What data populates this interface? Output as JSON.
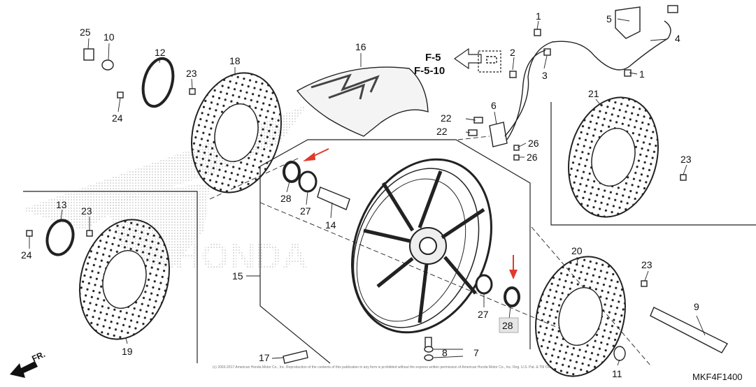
{
  "diagram": {
    "code": "MKF4F1400",
    "watermark_text": "HONDA",
    "reference": {
      "line1": "F-5",
      "line2": "F-5-10"
    },
    "front_label": "FR.",
    "copyright": "(c) 2003-2017 American Honda Motor Co., Inc. Reproduction of the contents of this publication in any form is prohibited without the express written permission of American Honda Motor Co., Inc. Reg. U.S. Pat. & TM Off.",
    "highlight_color": "#e03a2a",
    "highlighted_part": "28",
    "callouts": {
      "c1a": "1",
      "c1b": "1",
      "c2": "2",
      "c3": "3",
      "c4": "4",
      "c5": "5",
      "c6": "6",
      "c7": "7",
      "c8": "8",
      "c9": "9",
      "c10": "10",
      "c11": "11",
      "c12": "12",
      "c13": "13",
      "c14": "14",
      "c15": "15",
      "c16": "16",
      "c17": "17",
      "c18": "18",
      "c19": "19",
      "c20": "20",
      "c21": "21",
      "c22a": "22",
      "c22b": "22",
      "c23a": "23",
      "c23b": "23",
      "c23c": "23",
      "c23d": "23",
      "c24a": "24",
      "c24b": "24",
      "c25": "25",
      "c26a": "26",
      "c26b": "26",
      "c27a": "27",
      "c27b": "27",
      "c28a": "28",
      "c28b": "28"
    }
  }
}
